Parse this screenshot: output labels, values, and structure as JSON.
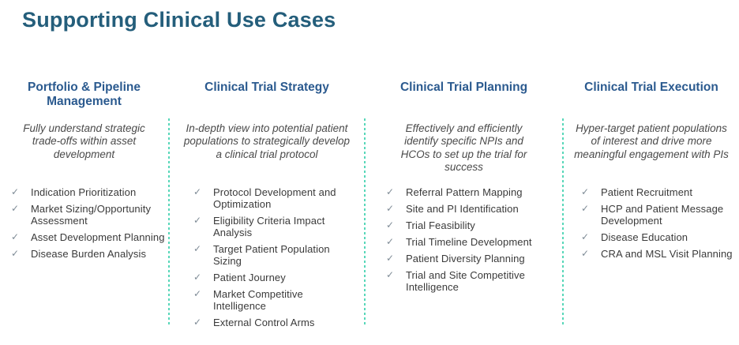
{
  "page": {
    "title": "Supporting Clinical Use Cases"
  },
  "glyphs": {
    "check": "✓"
  },
  "colors": {
    "title": "#245E7B",
    "column_header": "#2B5A8F",
    "description_text": "#4A4A4A",
    "item_text": "#3A3A3A",
    "checkmark": "#7E8B96",
    "divider_dots": "#57D7B9",
    "background": "#FFFFFF"
  },
  "columns": [
    {
      "header": "Portfolio & Pipeline Management",
      "description": "Fully understand strategic trade-offs within asset development",
      "items": [
        "Indication Prioritization",
        "Market Sizing/Opportunity Assessment",
        "Asset Development Planning",
        "Disease Burden Analysis"
      ]
    },
    {
      "header": "Clinical Trial Strategy",
      "description": "In-depth view into potential patient populations to strategically develop a clinical trial protocol",
      "items": [
        "Protocol Development and Optimization",
        "Eligibility Criteria Impact Analysis",
        "Target Patient Population Sizing",
        "Patient Journey",
        "Market Competitive Intelligence",
        "External Control Arms"
      ]
    },
    {
      "header": "Clinical Trial Planning",
      "description": "Effectively and efficiently identify specific NPIs and HCOs to set up the trial for success",
      "items": [
        "Referral Pattern Mapping",
        "Site and PI Identification",
        "Trial Feasibility",
        "Trial Timeline Development",
        "Patient Diversity Planning",
        "Trial and Site Competitive Intelligence"
      ]
    },
    {
      "header": "Clinical Trial Execution",
      "description": "Hyper-target patient populations of interest and drive more meaningful engagement with PIs",
      "items": [
        "Patient Recruitment",
        "HCP and Patient Message Development",
        "Disease Education",
        "CRA and MSL Visit Planning"
      ]
    }
  ]
}
